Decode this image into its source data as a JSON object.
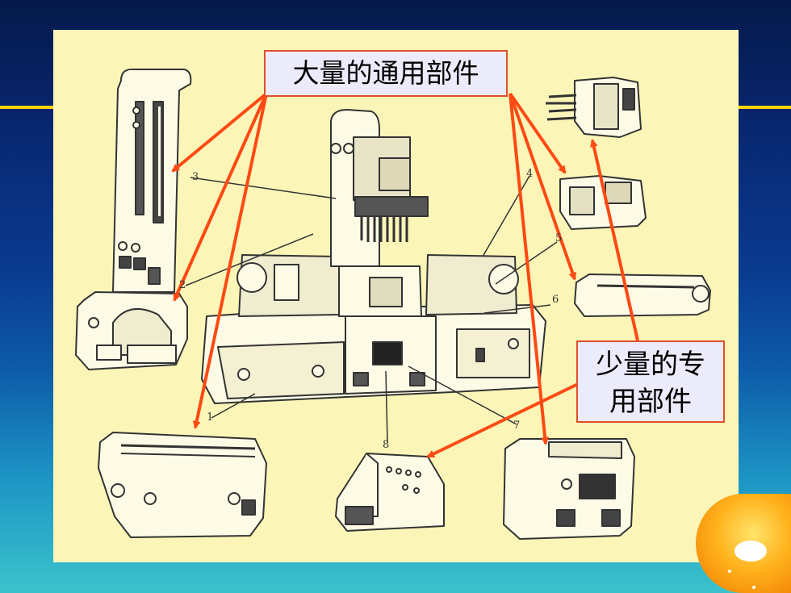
{
  "labels": {
    "general_parts": "大量的通用部件",
    "special_parts_line1": "少量的专",
    "special_parts_line2": "用部件"
  },
  "part_numbers": [
    "1",
    "2",
    "3",
    "4",
    "5",
    "6",
    "7",
    "8"
  ],
  "colors": {
    "background_top": "#051a4a",
    "background_bottom": "#3bc3cc",
    "panel": "#fbf6b8",
    "rule": "#ffd400",
    "arrow": "#ff4a14",
    "label_fill": "#ecebfb",
    "label_border": "#e0502a"
  }
}
